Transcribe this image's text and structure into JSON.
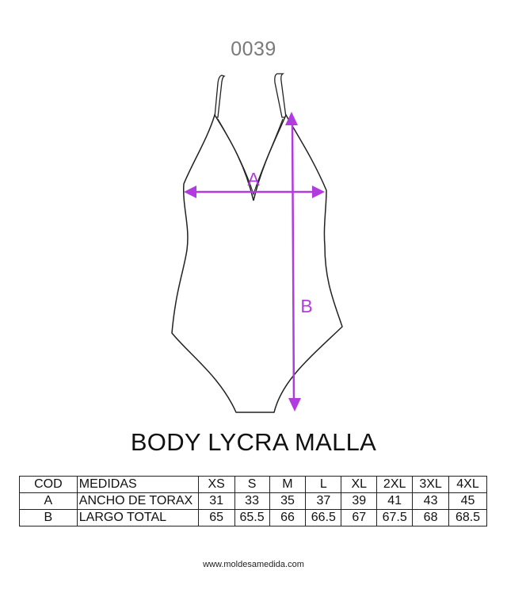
{
  "header": {
    "code": "0039"
  },
  "figure": {
    "label_a": "A",
    "label_b": "B",
    "colors": {
      "outline": "#222222",
      "measure": "#b23be0"
    }
  },
  "title": "BODY LYCRA MALLA",
  "size_table": {
    "header": [
      "COD",
      "MEDIDAS",
      "XS",
      "S",
      "M",
      "L",
      "XL",
      "2XL",
      "3XL",
      "4XL"
    ],
    "rows": [
      [
        "A",
        "ANCHO DE TORAX",
        "31",
        "33",
        "35",
        "37",
        "39",
        "41",
        "43",
        "45"
      ],
      [
        "B",
        "LARGO TOTAL",
        "65",
        "65.5",
        "66",
        "66.5",
        "67",
        "67.5",
        "68",
        "68.5"
      ]
    ]
  },
  "footer": {
    "website": "www.moldesamedida.com"
  }
}
